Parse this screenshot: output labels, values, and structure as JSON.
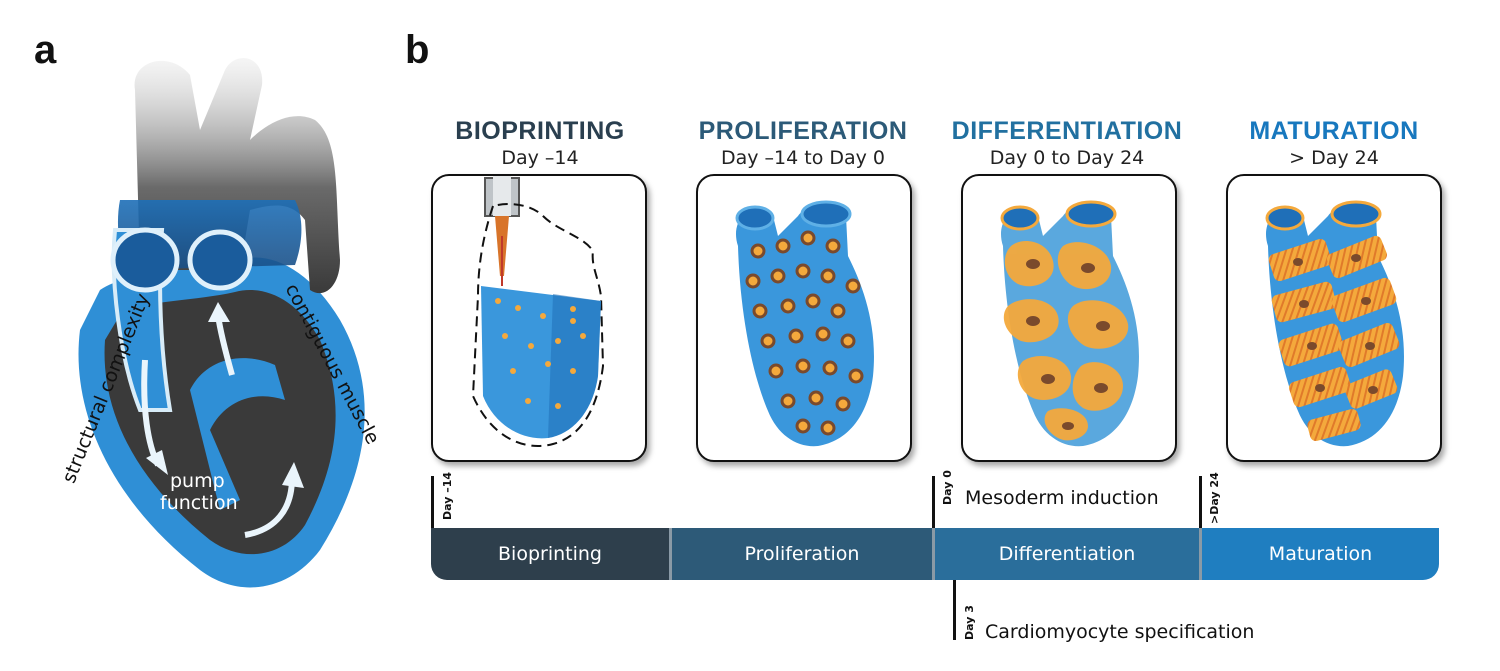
{
  "panels": {
    "a": "a",
    "b": "b"
  },
  "heart": {
    "label_left": "structural  complexity",
    "label_right": "contiguous muscle",
    "label_pump_1": "pump",
    "label_pump_2": "function"
  },
  "stages": [
    {
      "title": "BIOPRINTING",
      "subtitle": "Day –14",
      "title_color": "#2a3f4f"
    },
    {
      "title": "PROLIFERATION",
      "subtitle": "Day –14 to Day 0",
      "title_color": "#2c5a78"
    },
    {
      "title": "DIFFERENTIATION",
      "subtitle": "Day 0 to Day 24",
      "title_color": "#2170a0"
    },
    {
      "title": "MATURATION",
      "subtitle": "> Day 24",
      "title_color": "#1878be"
    }
  ],
  "timeline": {
    "segments": [
      {
        "label": "Bioprinting",
        "color": "#2e3f4c"
      },
      {
        "label": "Proliferation",
        "color": "#2d5a78"
      },
      {
        "label": "Differentiation",
        "color": "#2a6e9b"
      },
      {
        "label": "Maturation",
        "color": "#1f7ec0"
      }
    ],
    "ticks": [
      {
        "label": "Day –14"
      },
      {
        "label": "Day 0",
        "event": "Mesoderm induction"
      },
      {
        "label": ">Day 24"
      },
      {
        "label": "Day 3",
        "event": "Cardiomyocyte specification"
      }
    ]
  },
  "colors": {
    "blue": "#2f8fd6",
    "light_blue": "#6fbbe9",
    "dark_gray": "#3a3a3a",
    "orange": "#f4a93c",
    "brown": "#7a4a2c"
  }
}
